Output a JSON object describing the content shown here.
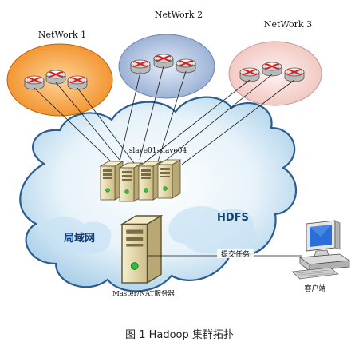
{
  "networks": [
    {
      "label": "NetWork 1",
      "color": "#f0902a"
    },
    {
      "label": "NetWork 2",
      "color": "#8fa8cf"
    },
    {
      "label": "NetWork 3",
      "color": "#f2c7c2"
    }
  ],
  "cluster": {
    "slaves_label": "slave01-slave04",
    "lan_label": "局域网",
    "hdfs_label": "HDFS",
    "master_label": "Master/NAT服务器",
    "submit_label": "提交任务",
    "client_label": "客户端"
  },
  "caption": "图 1   Hadoop 集群拓扑",
  "colors": {
    "cloud_fill": "#d9ecf7",
    "cloud_edge": "#2b5c8e",
    "router_x": "#d21f1f",
    "server_body": "#e8ddb4"
  }
}
